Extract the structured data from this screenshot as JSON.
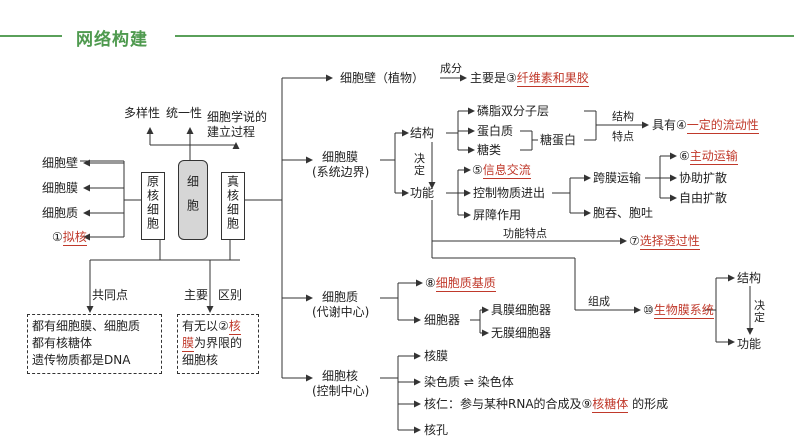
{
  "header": {
    "title": "网络构建"
  },
  "left": {
    "diversity": "多样性",
    "unity": "统一性",
    "cell_theory_1": "细胞学说的",
    "cell_theory_2": "建立过程",
    "wall": "细胞壁",
    "membrane": "细胞膜",
    "cytoplasm": "细胞质",
    "nucleoid_num": "①",
    "nucleoid": "拟核",
    "prokaryote": "原核细胞",
    "cell": "细胞",
    "eukaryote": "真核细胞",
    "common": "共同点",
    "main": "主要",
    "diff": "区别",
    "common_box_1": "都有细胞膜、细胞质",
    "common_box_2": "都有核糖体",
    "common_box_3": "遗传物质都是DNA",
    "diff_box_1a": "有无以",
    "diff_box_num": "②",
    "diff_box_1b": "核",
    "diff_box_2a": "膜",
    "diff_box_2b": "为界限的",
    "diff_box_3": "细胞核"
  },
  "wall": {
    "label": "细胞壁（植物）",
    "composition": "成分",
    "main_is": "主要是",
    "num": "③",
    "answer": "纤维素和果胶"
  },
  "membrane": {
    "label_1": "细胞膜",
    "label_2": "(系统边界)",
    "structure": "结构",
    "decide": "决定",
    "function": "功能",
    "phospholipid": "磷脂双分子层",
    "protein": "蛋白质",
    "sugar": "糖类",
    "glycoprotein": "糖蛋白",
    "struct_feature_1": "结构",
    "struct_feature_2": "特点",
    "has": "具有",
    "num4": "④",
    "fluidity": "一定的流动性",
    "num5": "⑤",
    "signal": "信息交流",
    "control": "控制物质进出",
    "barrier": "屏障作用",
    "transmembrane": "跨膜运输",
    "endo_exo": "胞吞、胞吐",
    "num6": "⑥",
    "active": "主动运输",
    "facilitated": "协助扩散",
    "free": "自由扩散",
    "func_feature": "功能特点",
    "num7": "⑦",
    "selective": "选择透过性"
  },
  "cytoplasm": {
    "label_1": "细胞质",
    "label_2": "(代谢中心)",
    "num8": "⑧",
    "matrix": "细胞质基质",
    "organelle": "细胞器",
    "membranous": "具膜细胞器",
    "nonmembranous": "无膜细胞器",
    "compose": "组成",
    "num10": "⑩",
    "biomembrane": "生物膜系统",
    "structure": "结构",
    "decide": "决定",
    "function": "功能"
  },
  "nucleus": {
    "label_1": "细胞核",
    "label_2": "(控制中心)",
    "envelope": "核膜",
    "chromatin": "染色质",
    "arrows": "⇌",
    "chromosome": "染色体",
    "nucleolus_a": "核仁：参与某种RNA的合成及",
    "num9": "⑨",
    "ribosome": "核糖体",
    "nucleolus_b": "的形成",
    "pore": "核孔"
  }
}
